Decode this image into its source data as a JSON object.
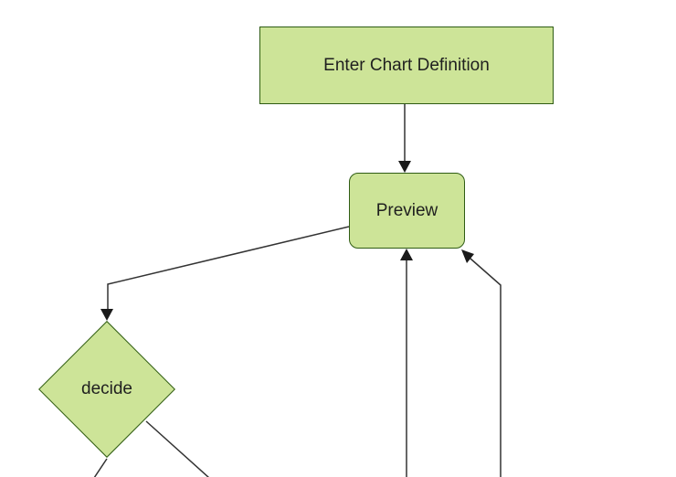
{
  "diagram": {
    "type": "flowchart",
    "background_color": "#ffffff",
    "node_fill_color": "#cde498",
    "node_border_color": "#2f5c14",
    "edge_color": "#333333",
    "text_color": "#1f1f1f",
    "nodes": [
      {
        "id": "enter-chart-definition",
        "label": "Enter Chart Definition",
        "shape": "rectangle"
      },
      {
        "id": "preview",
        "label": "Preview",
        "shape": "rounded-rectangle"
      },
      {
        "id": "decide",
        "label": "decide",
        "shape": "diamond"
      }
    ],
    "edges": [
      {
        "from": "enter-chart-definition",
        "to": "preview",
        "arrowhead": true
      },
      {
        "from": "preview",
        "to": "decide",
        "arrowhead": true
      },
      {
        "from": "decide",
        "to": "offscreen-bottom-left",
        "arrowhead": false
      },
      {
        "from": "decide",
        "to": "offscreen-bottom",
        "arrowhead": false
      },
      {
        "from": "offscreen-bottom",
        "to": "preview-bottom-center",
        "arrowhead": true
      },
      {
        "from": "offscreen-bottom-right",
        "to": "preview-bottom-right-corner",
        "arrowhead": true
      }
    ]
  }
}
